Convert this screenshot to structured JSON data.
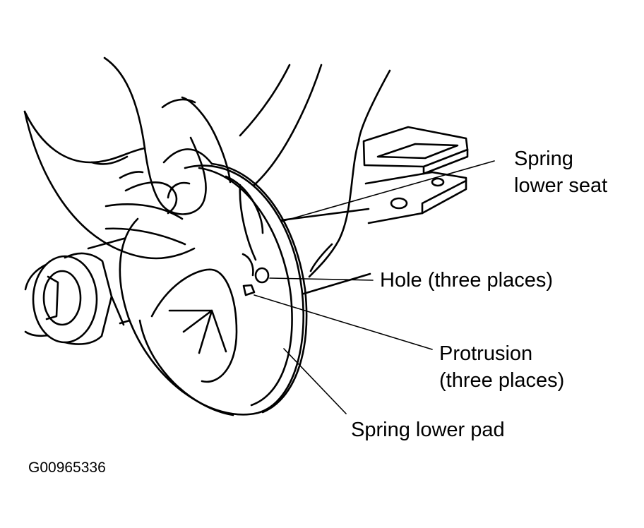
{
  "callouts": {
    "spring_lower_seat": [
      "Spring",
      "lower seat"
    ],
    "hole": "Hole (three places)",
    "protrusion": [
      "Protrusion",
      "(three places)"
    ],
    "spring_lower_pad": "Spring lower pad"
  },
  "figure_code": "G00965336",
  "colors": {
    "ink": "#000000",
    "paper": "#ffffff"
  }
}
